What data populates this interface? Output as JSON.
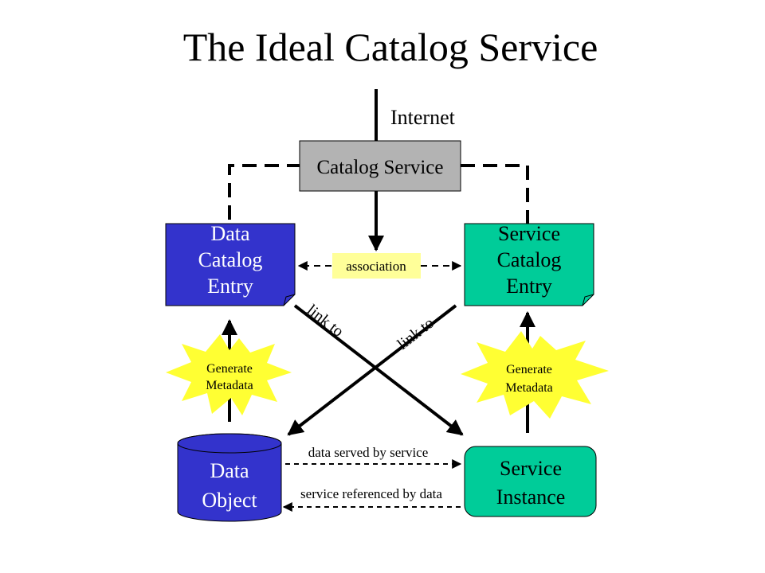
{
  "title": "The Ideal Catalog Service",
  "internet_label": "Internet",
  "catalog_service": {
    "label": "Catalog Service",
    "color": "#b3b3b3"
  },
  "data_catalog_entry": {
    "lines": [
      "Data",
      "Catalog",
      "Entry"
    ],
    "color": "#3333cc",
    "text_color": "#ffffff"
  },
  "service_catalog_entry": {
    "lines": [
      "Service",
      "Catalog",
      "Entry"
    ],
    "color": "#00cc99",
    "text_color": "#000000"
  },
  "association_label": {
    "text": "association",
    "color": "#ffff99"
  },
  "link_to_left": "link to",
  "link_to_right": "link to",
  "generate_metadata_left": {
    "lines": [
      "Generate",
      "Metadata"
    ],
    "color": "#ffff33"
  },
  "generate_metadata_right": {
    "lines": [
      "Generate",
      "Metadata"
    ],
    "color": "#ffff33"
  },
  "data_object": {
    "lines": [
      "Data",
      "Object"
    ],
    "color": "#3333cc",
    "text_color": "#ffffff"
  },
  "service_instance": {
    "lines": [
      "Service",
      "Instance"
    ],
    "color": "#00cc99"
  },
  "data_served_by_service": "data served by service",
  "service_referenced_by_data": "service referenced by data"
}
